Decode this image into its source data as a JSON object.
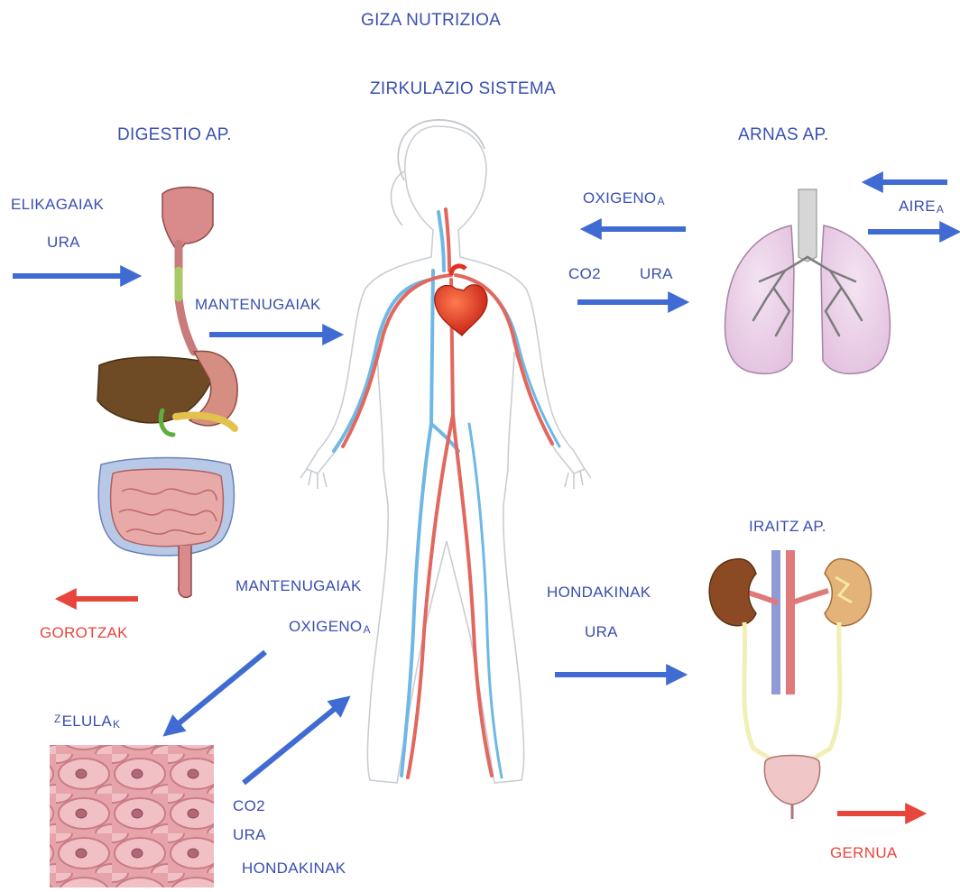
{
  "title": "GIZA NUTRIZIOA",
  "circulatory_label": "ZIRKULAZIO SISTEMA",
  "digestive": {
    "label": "DIGESTIO AP.",
    "input_1": "ELIKAGAIAK",
    "input_2": "URA",
    "output_nutrients": "MANTENUGAIAK",
    "waste": "GOROTZAK"
  },
  "respiratory": {
    "label": "ARNAS AP.",
    "oxygen_main": "OXIGENO",
    "oxygen_tail": "A",
    "co2": "CO2",
    "water": "URA",
    "air_main": "AIRE",
    "air_tail": "A"
  },
  "cells": {
    "label_head": "Z",
    "label_main": "ELULA",
    "label_tail": "K",
    "in_nutrients": "MANTENUGAIAK",
    "in_oxygen_main": "OXIGENO",
    "in_oxygen_tail": "A",
    "out_co2": "CO2",
    "out_water": "URA",
    "out_waste": "HONDAKINAK"
  },
  "excretory": {
    "label": "IRAITZ AP.",
    "in_waste": "HONDAKINAK",
    "in_water": "URA",
    "output": "GERNUA"
  },
  "colors": {
    "label_blue": "#3a4fb0",
    "arrow_blue": "#3f6bd3",
    "arrow_red": "#e8453c",
    "artery": "#e2675e",
    "vein": "#6fb8e6",
    "heart": "#e0321f",
    "lung": "#ecd2ea",
    "liver": "#6e4a25",
    "intestine": "#e8a9a9",
    "kidney": "#8b4a24",
    "cell_tissue": "#e7a3aa"
  },
  "icons": [
    "digestive-system-icon",
    "human-circulation-icon",
    "heart-icon",
    "lungs-icon",
    "kidneys-icon",
    "bladder-icon",
    "cell-tissue-icon"
  ]
}
